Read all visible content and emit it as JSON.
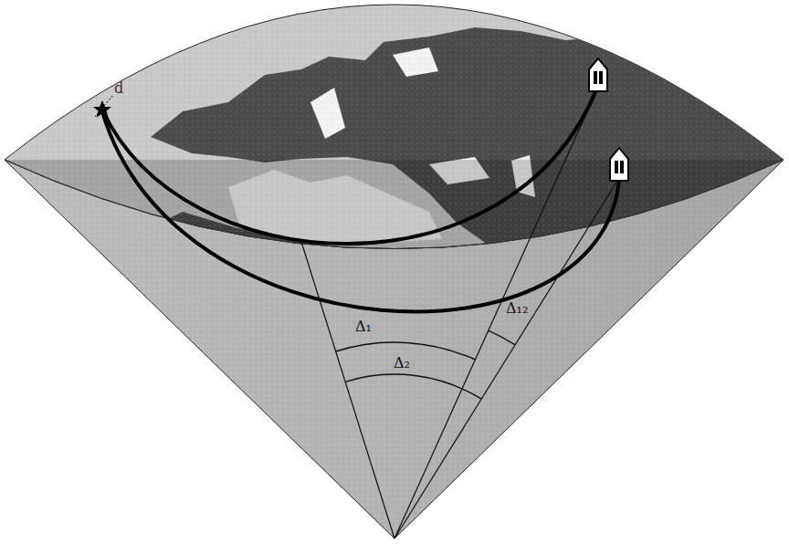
{
  "diagram": {
    "labels": [
      "d",
      "Δ₁",
      "Δ₁₂",
      "Δ₂"
    ]
  }
}
